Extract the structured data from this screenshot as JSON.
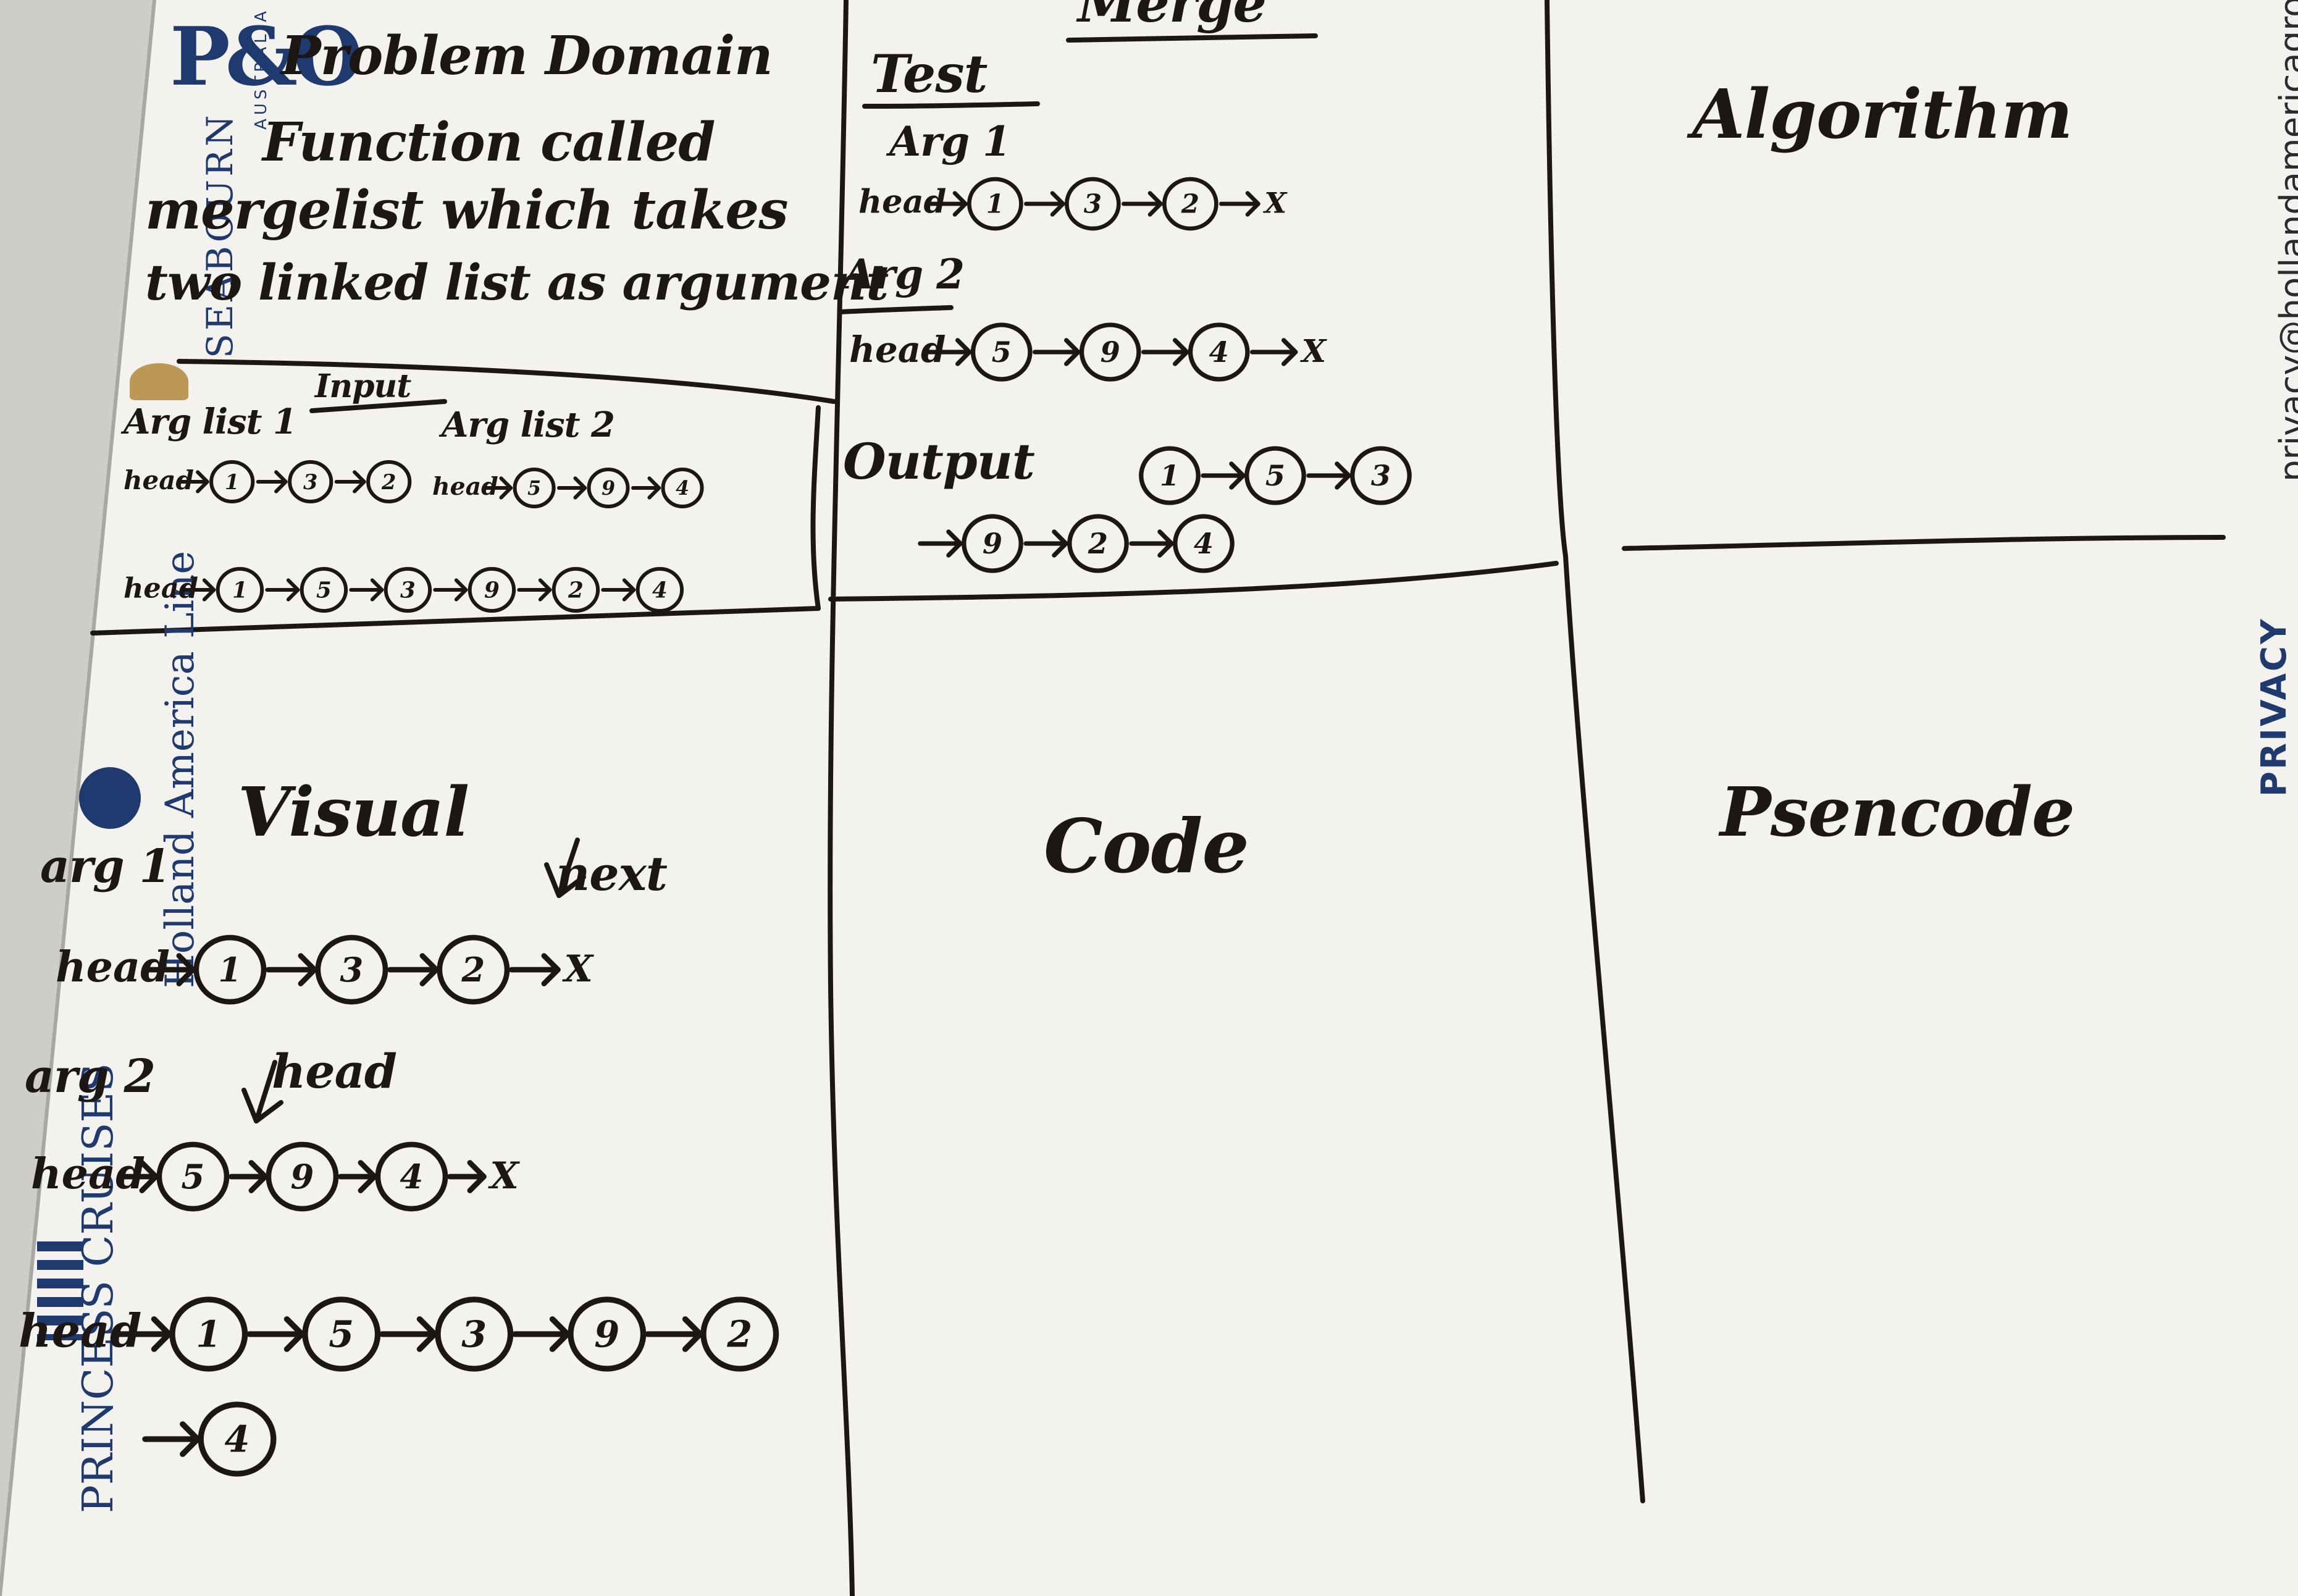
{
  "brands": {
    "po_logo": "P&O",
    "australia": "AUSTRALIA",
    "seabourn": "SEABOURN",
    "holland_america": "Holland America Line",
    "princess": "PRINCESS CRUISES",
    "privacy_email": "privacy@hollandamericagroup.com",
    "privacy_heading": "PRIVACY"
  },
  "colors": {
    "ink": "#1c1714",
    "board": "#f3f2ef",
    "brand_navy": "#1e3a6e",
    "brand_gold": "#b08a3a",
    "background": "#cfcdca"
  },
  "quadrants": {
    "problem_domain": {
      "title": "Problem Domain",
      "lines": [
        "Function called",
        "mergelist which takes",
        "two linked list as argument"
      ]
    },
    "input": {
      "title": "Input",
      "arg1_label": "Arg list 1",
      "arg2_label": "Arg list 2"
    },
    "merge_header": "Merge",
    "test": {
      "title": "Test",
      "arg1_label": "Arg 1",
      "arg2_label": "Arg 2",
      "output_label": "Output"
    },
    "algorithm": {
      "title": "Algorithm"
    },
    "visual": {
      "title": "Visual",
      "arg1_label": "arg 1",
      "arg2_label": "arg 2",
      "next_label": "next",
      "head_label": "head"
    },
    "code": {
      "title": "Code"
    },
    "pseudocode": {
      "title": "Psencode"
    }
  },
  "lists": {
    "head_word": "head",
    "null_mark": "X",
    "input_arg1": [
      "1",
      "3",
      "2"
    ],
    "input_arg2": [
      "5",
      "9",
      "4"
    ],
    "input_result": [
      "1",
      "5",
      "3",
      "9",
      "2",
      "4"
    ],
    "test_arg1": [
      "1",
      "3",
      "2"
    ],
    "test_arg2": [
      "5",
      "9",
      "4"
    ],
    "test_output": [
      "1",
      "5",
      "3",
      "9",
      "2",
      "4"
    ],
    "visual_arg1": [
      "1",
      "3",
      "2"
    ],
    "visual_arg2": [
      "5",
      "9",
      "4"
    ],
    "visual_result": [
      "1",
      "5",
      "3",
      "9",
      "2",
      "4"
    ]
  }
}
